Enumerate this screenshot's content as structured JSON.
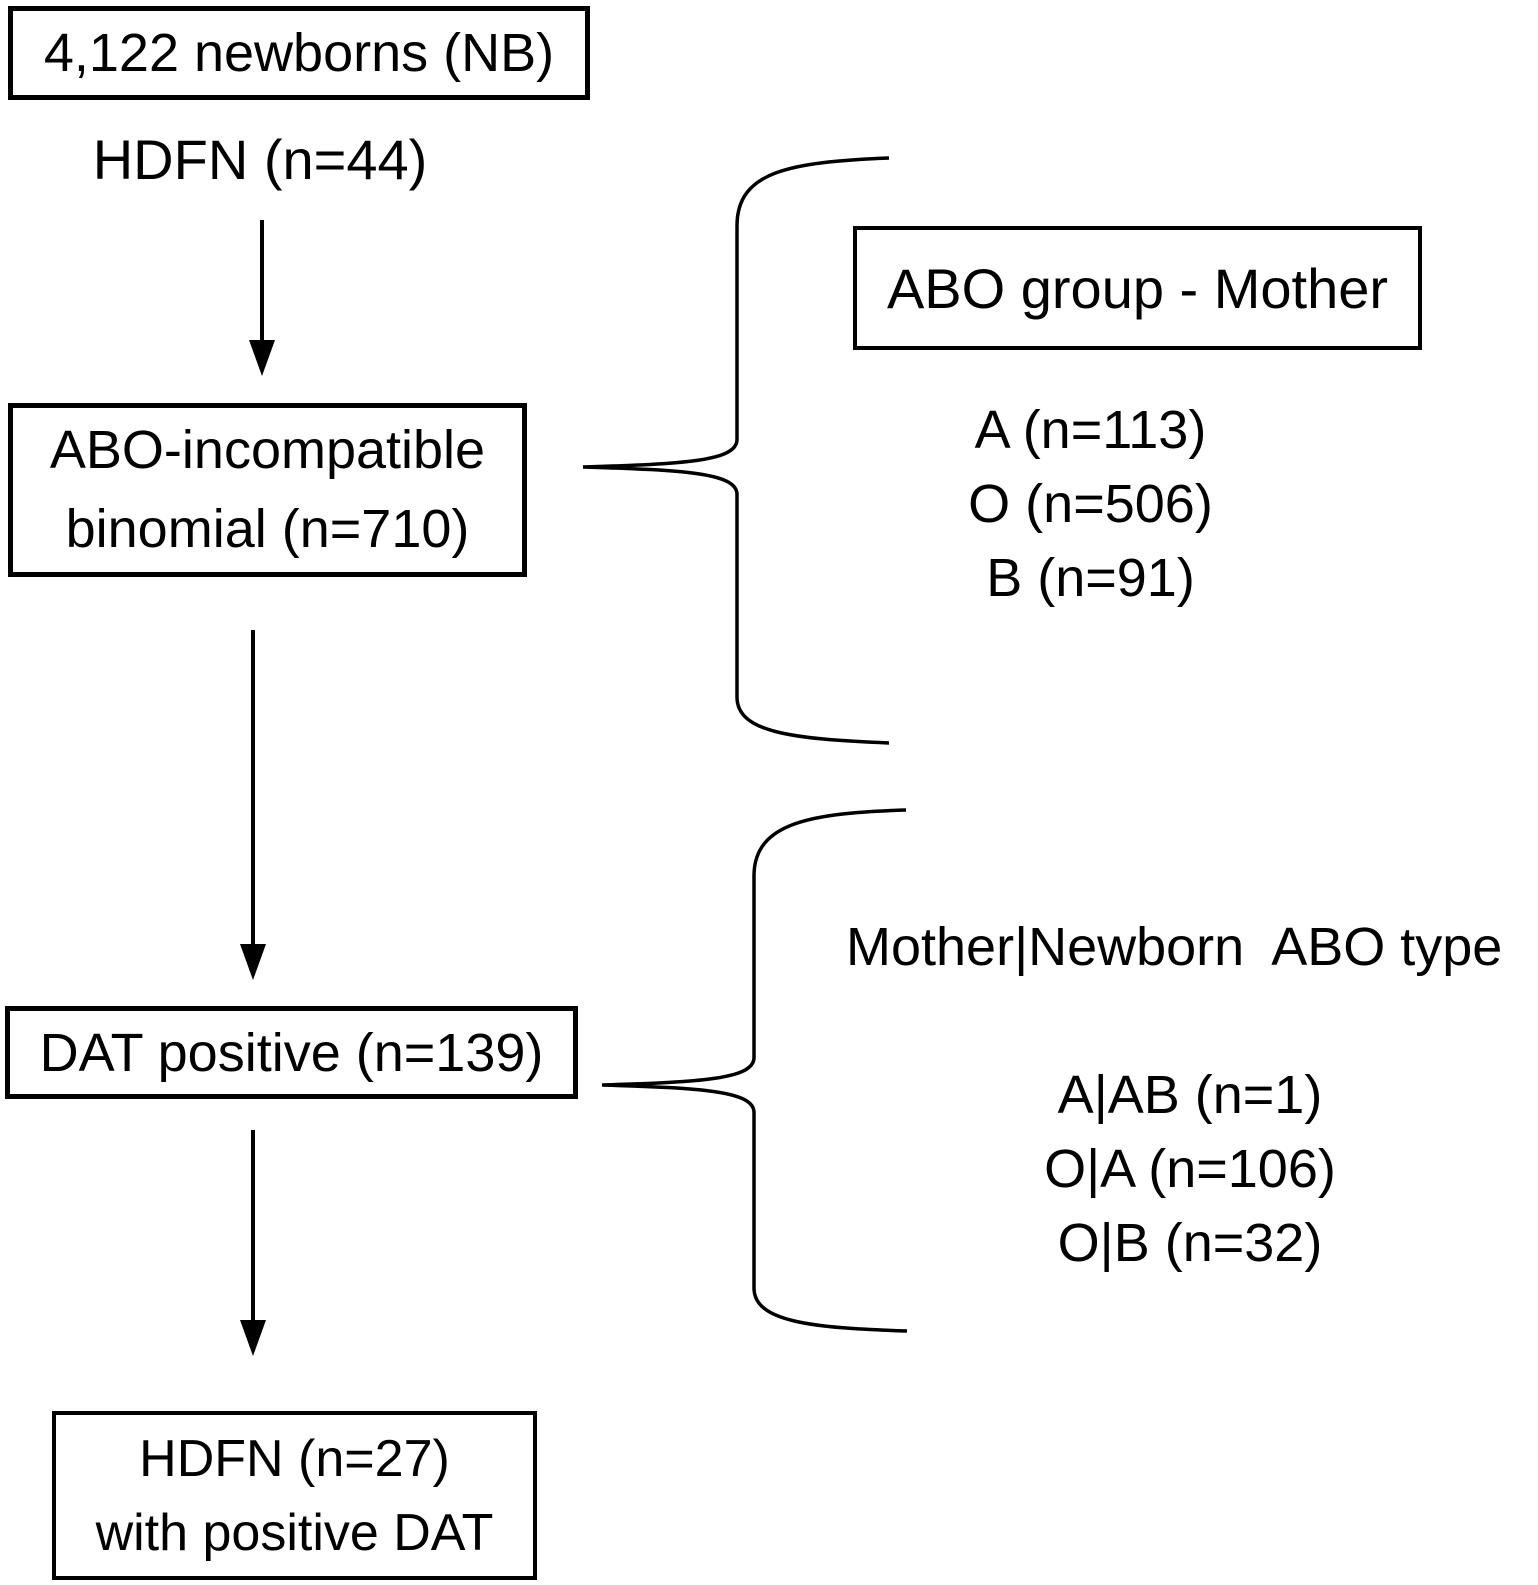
{
  "diagram": {
    "background": "#ffffff",
    "ink": "#000000"
  },
  "nodes": {
    "newborns": "4,122 newborns (NB)",
    "hdfn_initial": "HDFN (n=44)",
    "abo_incompatible_line1": "ABO-incompatible",
    "abo_incompatible_line2": "binomial (n=710)",
    "abo_group_mother": "ABO group - Mother",
    "dat_positive": "DAT positive (n=139)",
    "mother_newborn_heading": "Mother|Newborn  ABO type",
    "hdfn_final_line1": "HDFN (n=27)",
    "hdfn_final_line2": "with positive DAT"
  },
  "abo_group_values": [
    "A (n=113)",
    "O (n=506)",
    "B (n=91)"
  ],
  "mother_newborn_values": [
    "A|AB (n=1)",
    "O|A (n=106)",
    "O|B (n=32)"
  ]
}
